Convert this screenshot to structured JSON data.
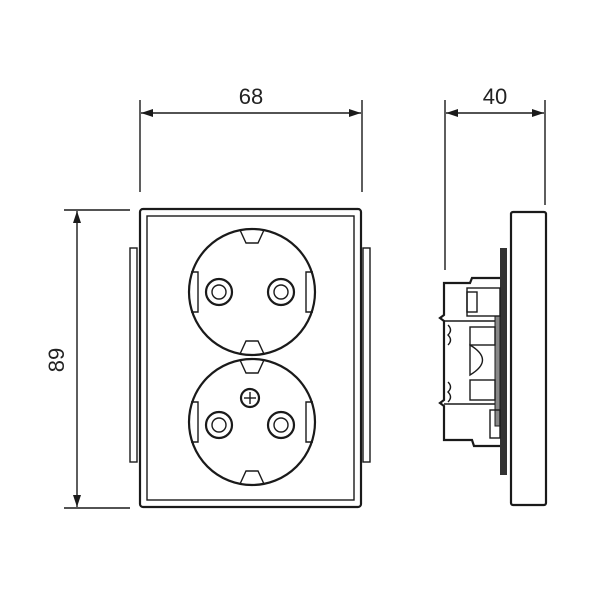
{
  "drawing": {
    "dimensions": {
      "width": "68",
      "height": "89",
      "depth": "40"
    },
    "colors": {
      "line": "#1a1a1a",
      "background": "#ffffff"
    }
  }
}
